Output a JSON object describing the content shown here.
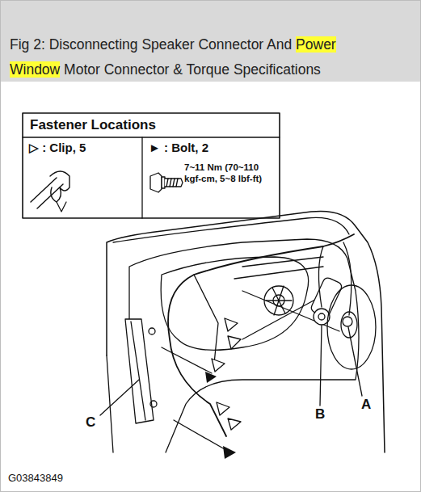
{
  "diagram": {
    "title": "Fig 2: Disconnecting Speaker Connector And Power Window Motor Connector & Torque Specifications",
    "nodes": [
      {
        "text": [
          "Fastener Locations"
        ]
      },
      {
        "text": [
          "▷ : Clip, 5"
        ],
        "in": 0
      },
      {
        "text": [
          "► : Bolt, 2",
          "7~11 Nm (70~110 kgf-cm, 5~8 lbf-ft)"
        ],
        "in": 0
      }
    ],
    "labels": [
      "A",
      "B",
      "C",
      "G03843849"
    ]
  }
}
